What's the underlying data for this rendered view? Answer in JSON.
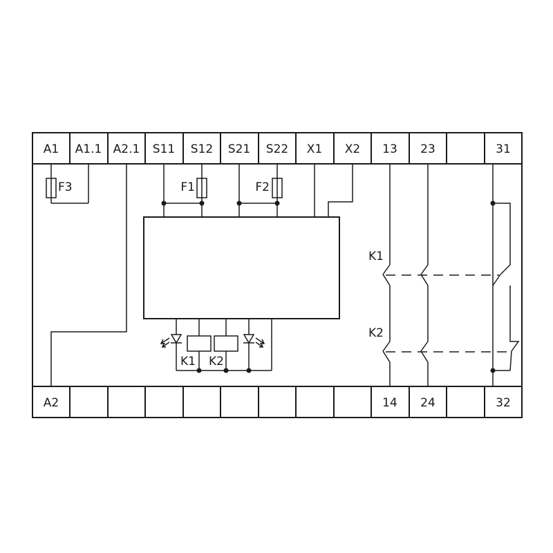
{
  "terminals_top": [
    "A1",
    "A1.1",
    "A2.1",
    "S11",
    "S12",
    "S21",
    "S22",
    "X1",
    "X2",
    "13",
    "23",
    "",
    "31"
  ],
  "terminals_bottom": [
    "A2",
    "",
    "",
    "",
    "",
    "",
    "",
    "",
    "",
    "14",
    "24",
    "",
    "32"
  ],
  "fuses": {
    "f3": "F3",
    "f1": "F1",
    "f2": "F2"
  },
  "relays": {
    "k1": "K1",
    "k2": "K2"
  },
  "contacts": {
    "k1": "K1",
    "k2": "K2"
  }
}
